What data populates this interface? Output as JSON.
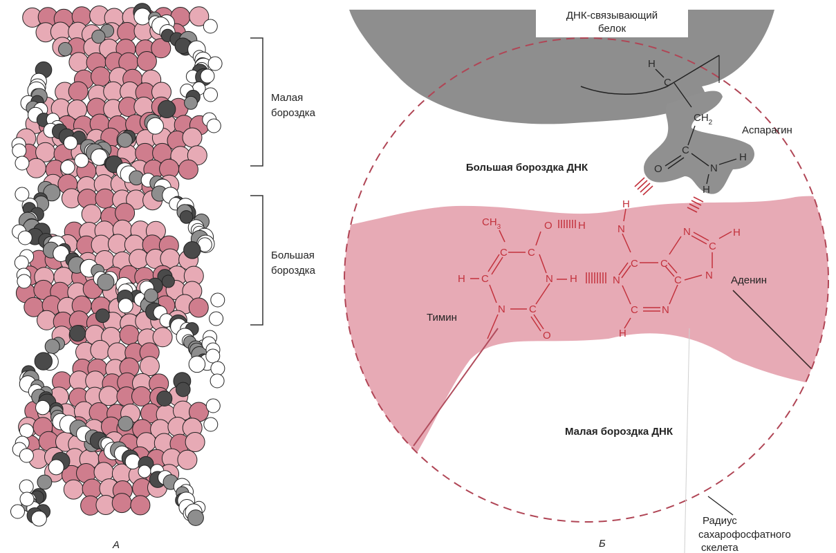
{
  "panel_a": {
    "letter": "A",
    "minor_groove": [
      "Малая",
      "бороздка"
    ],
    "major_groove": [
      "Большая",
      "бороздка"
    ]
  },
  "panel_b": {
    "letter": "Б",
    "protein": [
      "ДНК-связывающий",
      "белок"
    ],
    "major_groove_dna": "Большая бороздка ДНК",
    "minor_groove_dna": "Малая бороздка ДНК",
    "asparagine": "Аспарагин",
    "thymine": "Тимин",
    "adenine": "Аденин",
    "radius": [
      "Радиус",
      "сахарофосфатного",
      "скелета"
    ],
    "asn_atoms": {
      "h_top": "H",
      "c_top": "C",
      "ch2": "CH",
      "ch2_sub": "2",
      "c_mid": "C",
      "o": "O",
      "n": "N",
      "h_right": "H",
      "h_down": "H"
    },
    "thymine_atoms": {
      "ch3": "CH",
      "ch3_sub": "3",
      "c5": "C",
      "c4": "C",
      "o4": "O",
      "h6": "H",
      "c6": "C",
      "n3": "N",
      "h3": "H",
      "n1": "N",
      "c2": "C",
      "o2": "O"
    },
    "adenine_atoms": {
      "h6a": "H",
      "n6": "N",
      "c6": "C",
      "c5": "C",
      "n7": "N",
      "c8": "C",
      "h8": "H",
      "n1": "N",
      "c4": "C",
      "n9": "N",
      "c2": "C",
      "n3": "N",
      "h2": "H",
      "h_n6_top": "H"
    }
  },
  "colors": {
    "pink": "#e7aab5",
    "pink_dark": "#cf7d8d",
    "gray": "#8e8e8e",
    "gray_dark": "#4a4a4a",
    "chem_red": "#c2313c"
  }
}
